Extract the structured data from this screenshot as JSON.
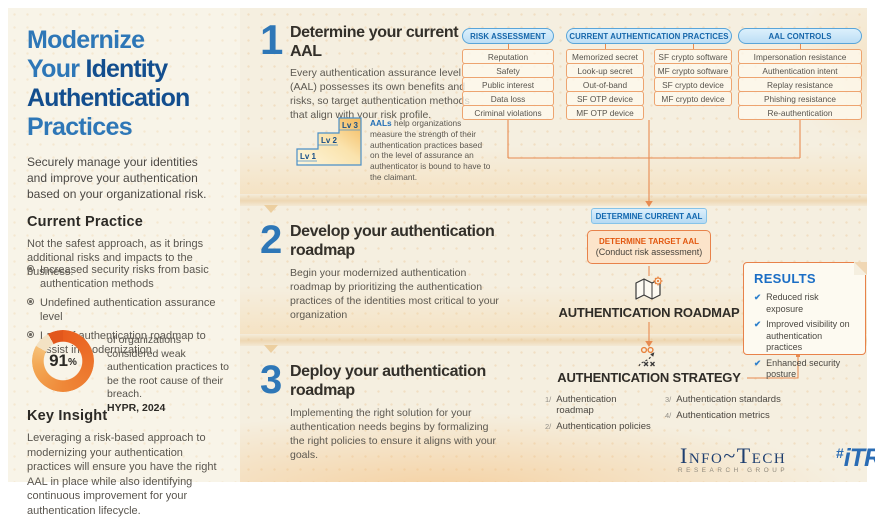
{
  "sidebar": {
    "title": {
      "line1": "Modernize",
      "line2_prefix": "Your ",
      "line2_bold": "Identity",
      "line3_bold": "Authentication",
      "line4": "Practices"
    },
    "subtitle": "Securely manage your identities and improve your authentication based on your organizational risk.",
    "current_practice": {
      "heading": "Current Practice",
      "intro": "Not the safest approach, as it brings additional risks and impacts to the business:",
      "bullets": [
        "Increased security risks from basic authentication methods",
        "Undefined authentication assurance level",
        "Lack of authentication roadmap to assist in modernization"
      ]
    },
    "stat": {
      "value_num": "91",
      "value_unit": "%",
      "text": "of organizations considered weak authentication practices to be the root cause of their breach.",
      "source": "HYPR, 2024"
    },
    "key_insight": {
      "heading": "Key Insight",
      "text": "Leveraging a risk-based approach to modernizing your authentication practices will ensure you have the right AAL in place while also identifying continuous improvement for your authentication lifecycle."
    }
  },
  "steps": [
    {
      "number": "1",
      "title": "Determine your current AAL",
      "body": "Every authentication assurance level (AAL) possesses its own benefits and risks, so target authentication methods that align with your risk profile."
    },
    {
      "number": "2",
      "title": "Develop your authentication roadmap",
      "body": "Begin your modernized authentication roadmap by prioritizing the authentication practices of the identities most critical to your organization"
    },
    {
      "number": "3",
      "title": "Deploy your authentication roadmap",
      "body": "Implementing the right solution for your authentication needs begins by formalizing the right policies to ensure it aligns with your goals."
    }
  ],
  "stairs": {
    "levels": [
      "Lv 1",
      "Lv 2",
      "Lv 3"
    ]
  },
  "aal_note": {
    "bold": "AALs",
    "text": " help organizations measure the strength of their authentication practices based on the level of assurance an authenticator is bound to have to the claimant."
  },
  "columns": {
    "risk": {
      "header": "RISK ASSESSMENT",
      "items": [
        "Reputation",
        "Safety",
        "Public interest",
        "Data loss",
        "Criminal violations"
      ]
    },
    "practices": {
      "header": "CURRENT AUTHENTICATION PRACTICES",
      "col1": [
        "Memorized secret",
        "Look-up secret",
        "Out-of-band",
        "SF OTP device",
        "MF OTP device"
      ],
      "col2": [
        "SF crypto software",
        "MF crypto software",
        "SF crypto device",
        "MF crypto device"
      ]
    },
    "controls": {
      "header": "AAL CONTROLS",
      "items": [
        "Impersonation resistance",
        "Authentication intent",
        "Replay resistance",
        "Phishing resistance",
        "Re-authentication"
      ]
    }
  },
  "flow": {
    "current_aal": "DETERMINE CURRENT AAL",
    "target_aal": "DETERMINE TARGET AAL",
    "target_aal_sub": "(Conduct risk assessment)",
    "roadmap_label": "AUTHENTICATION ROADMAP",
    "strategy_label": "AUTHENTICATION STRATEGY",
    "strategy_items": [
      {
        "num": "1/",
        "label": "Authentication roadmap"
      },
      {
        "num": "2/",
        "label": "Authentication policies"
      },
      {
        "num": "3/",
        "label": "Authentication standards"
      },
      {
        "num": "4/",
        "label": "Authentication metrics"
      }
    ]
  },
  "results": {
    "heading": "RESULTS",
    "items": [
      "Reduced risk exposure",
      "Improved visibility on authentication practices",
      "Enhanced security posture"
    ]
  },
  "footer": {
    "logo_main": "Info~Tech",
    "logo_sub": "RESEARCH GROUP",
    "logo_tag_hash": "#",
    "logo_tag_text": "iTRG"
  },
  "colors": {
    "accent_orange": "#e8824e",
    "brand_blue": "#2e77b7",
    "dark_blue": "#134e8e",
    "results_blue": "#1b6ec5",
    "stat_orange": "#e95d1e"
  }
}
